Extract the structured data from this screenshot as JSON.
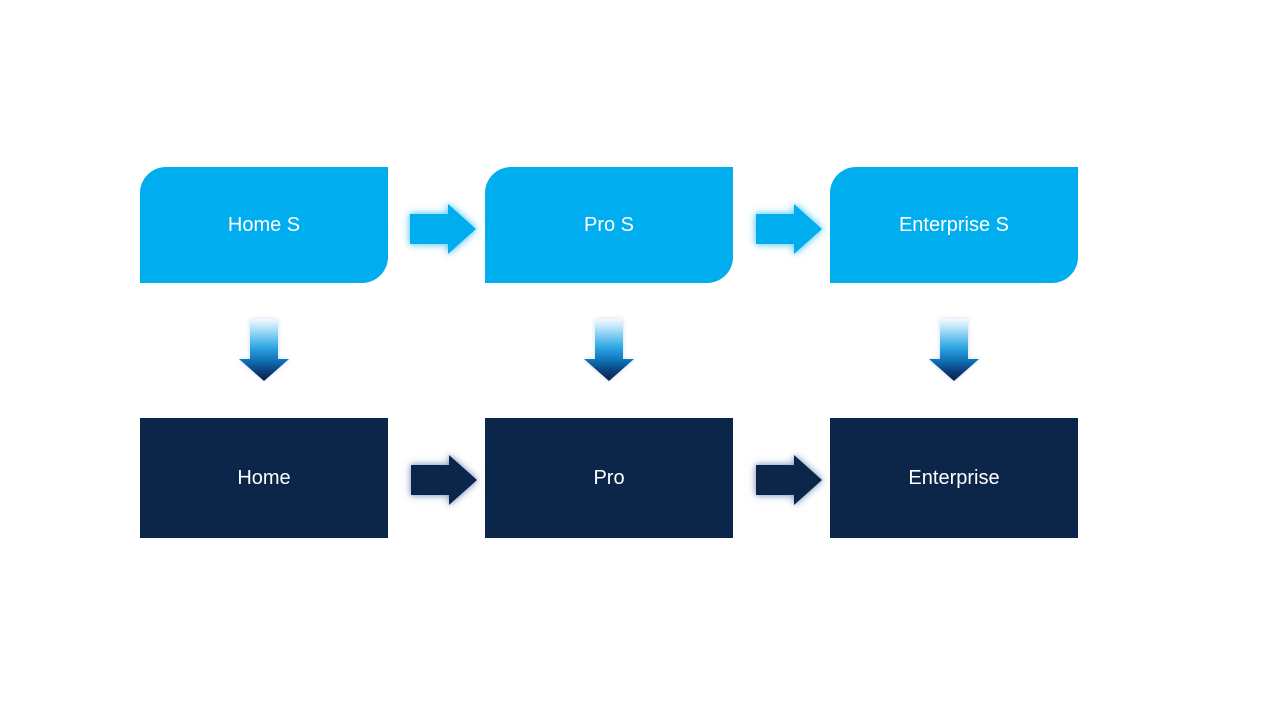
{
  "colors": {
    "background": "#FFFFFF",
    "box_light": "#00AEEF",
    "box_dark": "#0C2649",
    "text": "#FFFFFF",
    "down_arrow_gradient_top": "#EFF9FE",
    "down_arrow_gradient_mid": "#2FA9E6",
    "down_arrow_gradient_bottom": "#0B2148"
  },
  "flow": {
    "columns": [
      {
        "top_label": "Home S",
        "bottom_label": "Home"
      },
      {
        "top_label": "Pro S",
        "bottom_label": "Pro"
      },
      {
        "top_label": "Enterprise S",
        "bottom_label": "Enterprise"
      }
    ],
    "icons": {
      "horizontal_connector": "right-arrow",
      "vertical_connector": "down-arrow"
    }
  }
}
